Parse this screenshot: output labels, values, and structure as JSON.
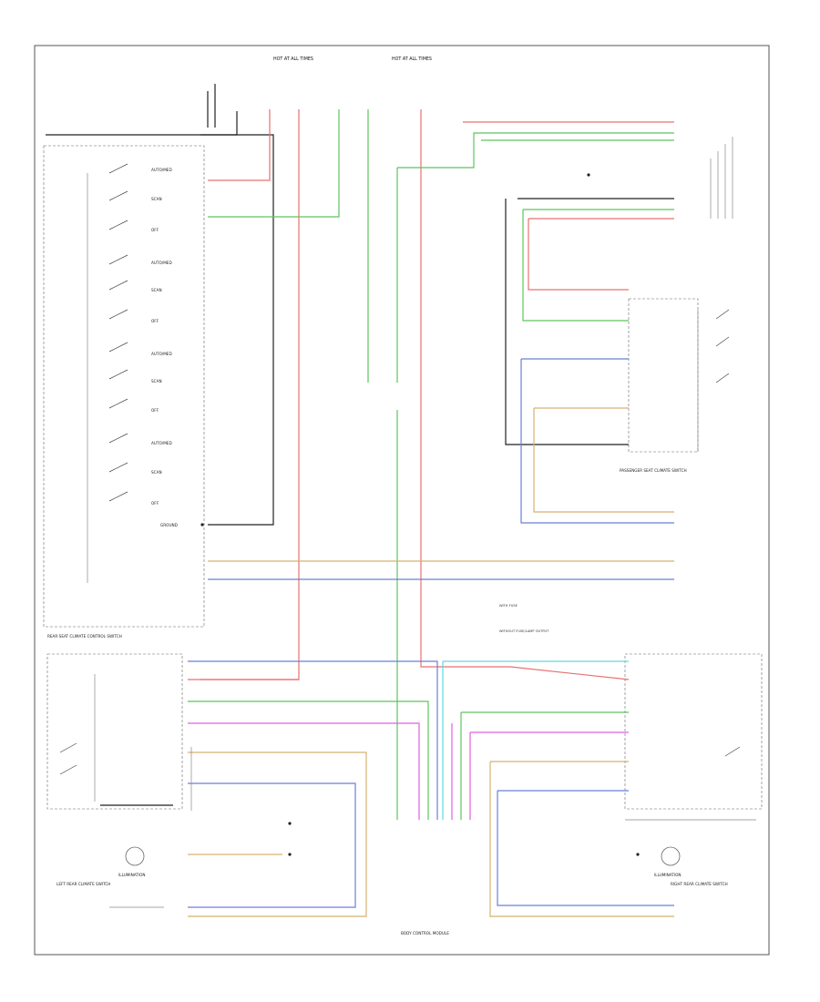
{
  "diagram": {
    "fuse_left_title": "HOT AT ALL TIMES",
    "fuse_right_title": "HOT AT ALL TIMES",
    "switches": {
      "left": {
        "title": "REAR SEAT CLIMATE CONTROL SWITCH",
        "positions": [
          "AUTO/MED",
          "SCAN",
          "OFF",
          "AUTO/MED",
          "SCAN",
          "OFF",
          "AUTO/MED",
          "SCAN",
          "OFF",
          "AUTO/MED",
          "SCAN",
          "OFF"
        ],
        "ground": "GROUND"
      },
      "passenger": {
        "title": "PASSENGER SEAT CLIMATE SWITCH"
      },
      "left_rear": {
        "title": "LEFT REAR CLIMATE SWITCH"
      },
      "right_rear": {
        "title": "RIGHT REAR CLIMATE SWITCH"
      }
    },
    "notes": [
      "WITH FUSE",
      "WITHOUT FUSE/LAMP OUTPUT"
    ],
    "module_label": "BODY CONTROL MODULE",
    "illumination_left": "ILLUMINATION",
    "illumination_right": "ILLUMINATION"
  }
}
